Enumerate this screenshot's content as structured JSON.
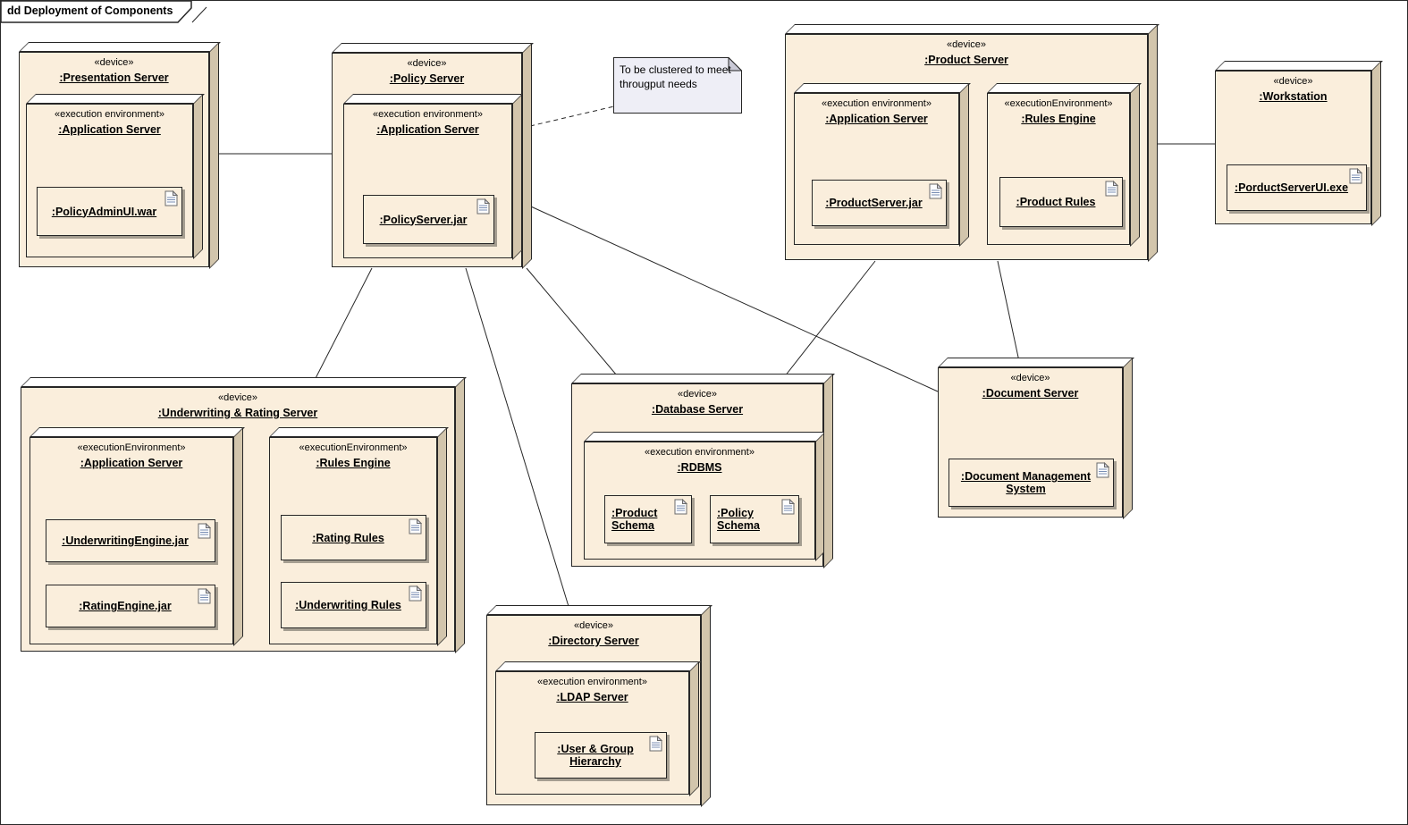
{
  "frame": {
    "title": "dd Deployment of Components"
  },
  "note": {
    "text": "To be clustered to meet througput needs"
  },
  "colors": {
    "node_fill": "#FAEEDC",
    "node_side": "#D2C5AC",
    "node_top": "#FFFFFF",
    "note_fill": "#EEEEF6",
    "note_fold": "#C9C9D6",
    "artifact_shadow": "#A59E91",
    "line": "#262626"
  },
  "nodes": {
    "presentation": {
      "stereotype": "«device»",
      "name": ":Presentation Server"
    },
    "presentation_app": {
      "stereotype": "«execution environment»",
      "name": ":Application Server"
    },
    "policy": {
      "stereotype": "«device»",
      "name": ":Policy Server"
    },
    "policy_app": {
      "stereotype": "«execution environment»",
      "name": ":Application Server"
    },
    "product": {
      "stereotype": "«device»",
      "name": ":Product Server"
    },
    "product_app": {
      "stereotype": "«execution environment»",
      "name": ":Application Server"
    },
    "product_rules_engine": {
      "stereotype": "«executionEnvironment»",
      "name": ":Rules Engine"
    },
    "workstation": {
      "stereotype": "«device»",
      "name": ":Workstation"
    },
    "underwriting": {
      "stereotype": "«device»",
      "name": ":Underwriting & Rating Server"
    },
    "underwriting_app": {
      "stereotype": "«executionEnvironment»",
      "name": ":Application Server"
    },
    "underwriting_rules_engine": {
      "stereotype": "«executionEnvironment»",
      "name": ":Rules Engine"
    },
    "database": {
      "stereotype": "«device»",
      "name": ":Database Server"
    },
    "rdbms": {
      "stereotype": "«execution environment»",
      "name": ":RDBMS"
    },
    "document": {
      "stereotype": "«device»",
      "name": ":Document Server"
    },
    "directory": {
      "stereotype": "«device»",
      "name": ":Directory Server"
    },
    "ldap": {
      "stereotype": "«execution environment»",
      "name": ":LDAP Server"
    }
  },
  "artifacts": {
    "policyadminui_war": ":PolicyAdminUI.war",
    "policyserver_jar": ":PolicyServer.jar",
    "productserver_jar": ":ProductServer.jar",
    "product_rules": ":Product Rules",
    "porductserverui_exe": ":PorductServerUI.exe",
    "underwritingengine_jar": ":UnderwritingEngine.jar",
    "ratingengine_jar": ":RatingEngine.jar",
    "rating_rules": ":Rating Rules",
    "underwriting_rules": ":Underwriting Rules",
    "product_schema": ":Product Schema",
    "policy_schema": ":Policy Schema",
    "document_management_system": ":Document Management System",
    "user_group_hierarchy": ":User & Group Hierarchy"
  },
  "connections": [
    {
      "from": ":Presentation Server",
      "to": ":Policy Server",
      "style": "solid"
    },
    {
      "from": ":Policy Server",
      "to": ":Underwriting & Rating Server",
      "style": "solid"
    },
    {
      "from": ":Policy Server",
      "to": ":Database Server",
      "style": "solid"
    },
    {
      "from": ":Policy Server",
      "to": ":Directory Server",
      "style": "solid"
    },
    {
      "from": ":Policy Server",
      "to": ":Document Server",
      "style": "solid"
    },
    {
      "from": ":Product Server",
      "to": ":Database Server",
      "style": "solid"
    },
    {
      "from": ":Product Server",
      "to": ":Document Server",
      "style": "solid"
    },
    {
      "from": ":Product Server",
      "to": ":Workstation",
      "style": "solid"
    },
    {
      "from": ":Policy Server",
      "to": "note",
      "style": "dashed"
    }
  ]
}
